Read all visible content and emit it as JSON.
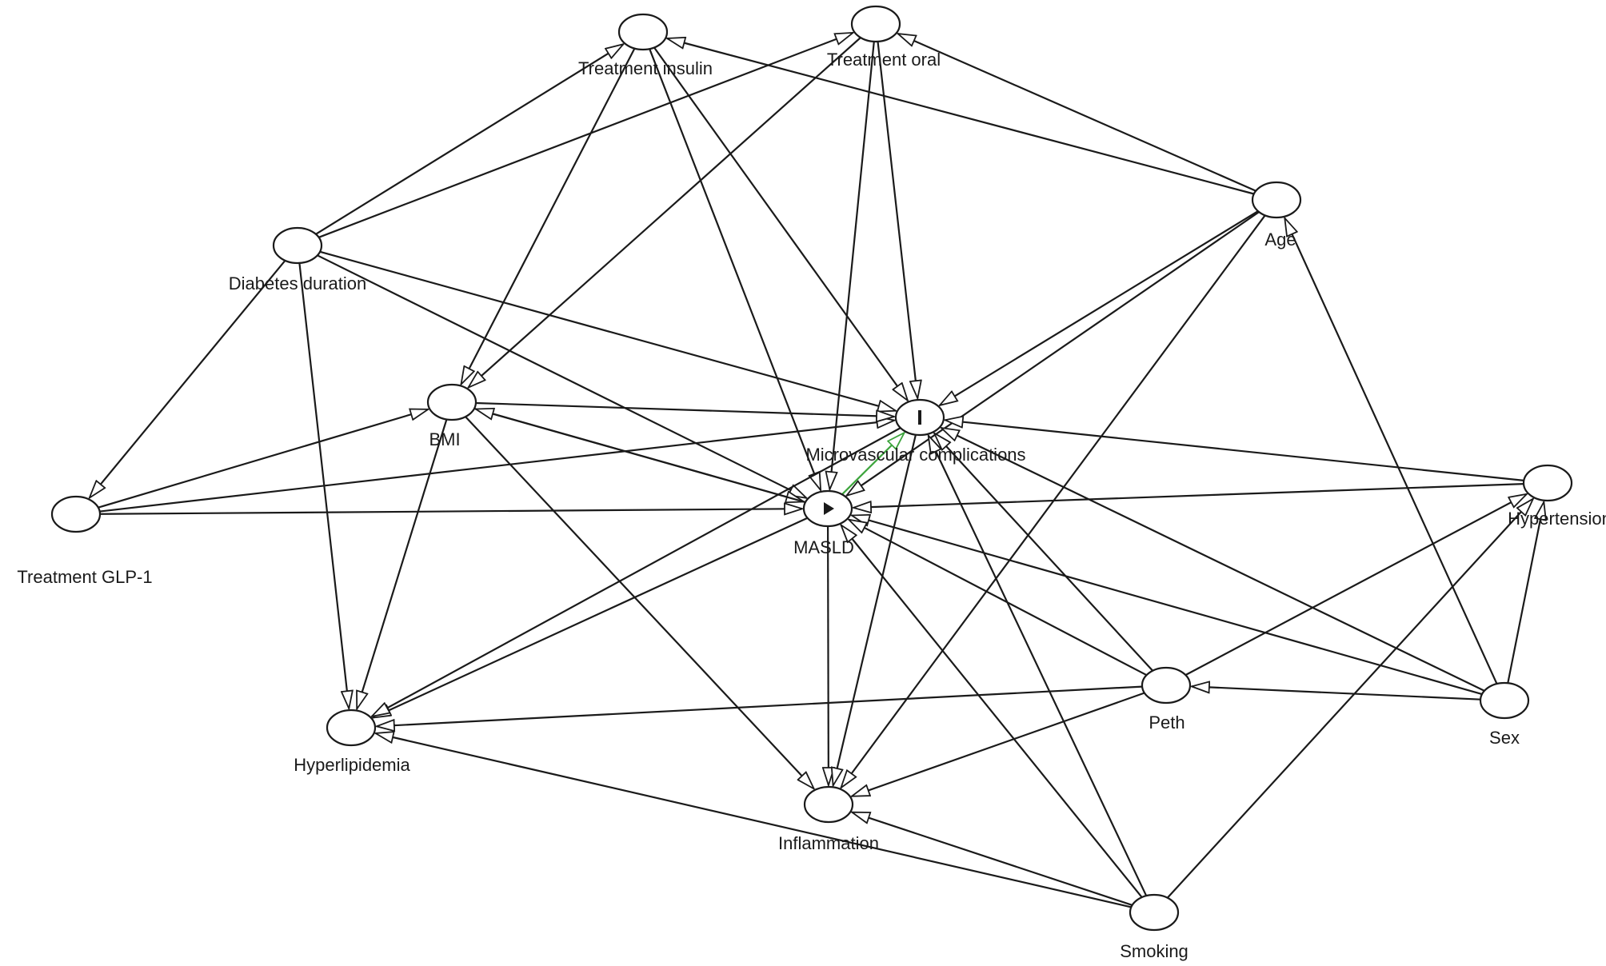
{
  "diagram": {
    "title": "Directed acyclic graph: MASLD and microvascular complications",
    "colors": {
      "exposure_fill": "#c9d94a",
      "outcome_fill": "#3fa9dc",
      "node_fill": "#ffffff",
      "edge_color": "#1a1a1a",
      "causal_path_color": "#3ca43c"
    },
    "nodes": [
      {
        "id": "treatment_insulin",
        "label": "Treatment insulin",
        "role": "adjusted"
      },
      {
        "id": "treatment_oral",
        "label": "Treatment oral",
        "role": "adjusted"
      },
      {
        "id": "age",
        "label": "Age",
        "role": "adjusted"
      },
      {
        "id": "diabetes_duration",
        "label": "Diabetes duration",
        "role": "adjusted"
      },
      {
        "id": "bmi",
        "label": "BMI",
        "role": "adjusted"
      },
      {
        "id": "microvascular",
        "label": "Microvascular complications",
        "role": "outcome",
        "marker": "I"
      },
      {
        "id": "masld",
        "label": "MASLD",
        "role": "exposure",
        "marker": "▶"
      },
      {
        "id": "treatment_glp1",
        "label": "Treatment GLP-1",
        "role": "adjusted"
      },
      {
        "id": "hypertension",
        "label": "Hypertension",
        "role": "adjusted"
      },
      {
        "id": "hyperlipidemia",
        "label": "Hyperlipidemia",
        "role": "adjusted"
      },
      {
        "id": "peth",
        "label": "Peth",
        "role": "adjusted"
      },
      {
        "id": "sex",
        "label": "Sex",
        "role": "adjusted"
      },
      {
        "id": "inflammation",
        "label": "Inflammation",
        "role": "adjusted"
      },
      {
        "id": "smoking",
        "label": "Smoking",
        "role": "adjusted"
      }
    ],
    "edges": [
      {
        "from": "diabetes_duration",
        "to": "treatment_insulin"
      },
      {
        "from": "diabetes_duration",
        "to": "treatment_oral"
      },
      {
        "from": "diabetes_duration",
        "to": "microvascular"
      },
      {
        "from": "diabetes_duration",
        "to": "masld"
      },
      {
        "from": "diabetes_duration",
        "to": "treatment_glp1"
      },
      {
        "from": "diabetes_duration",
        "to": "hyperlipidemia"
      },
      {
        "from": "age",
        "to": "treatment_insulin"
      },
      {
        "from": "age",
        "to": "treatment_oral"
      },
      {
        "from": "age",
        "to": "microvascular"
      },
      {
        "from": "age",
        "to": "masld"
      },
      {
        "from": "age",
        "to": "inflammation"
      },
      {
        "from": "sex",
        "to": "age"
      },
      {
        "from": "sex",
        "to": "hypertension"
      },
      {
        "from": "sex",
        "to": "peth"
      },
      {
        "from": "sex",
        "to": "microvascular"
      },
      {
        "from": "sex",
        "to": "masld"
      },
      {
        "from": "treatment_insulin",
        "to": "bmi"
      },
      {
        "from": "treatment_insulin",
        "to": "microvascular"
      },
      {
        "from": "treatment_insulin",
        "to": "masld"
      },
      {
        "from": "treatment_oral",
        "to": "bmi"
      },
      {
        "from": "treatment_oral",
        "to": "microvascular"
      },
      {
        "from": "treatment_oral",
        "to": "masld"
      },
      {
        "from": "treatment_glp1",
        "to": "bmi"
      },
      {
        "from": "treatment_glp1",
        "to": "microvascular"
      },
      {
        "from": "treatment_glp1",
        "to": "masld"
      },
      {
        "from": "bmi",
        "to": "microvascular"
      },
      {
        "from": "bmi",
        "to": "masld"
      },
      {
        "from": "bmi",
        "to": "hyperlipidemia"
      },
      {
        "from": "bmi",
        "to": "inflammation"
      },
      {
        "from": "masld",
        "to": "bmi"
      },
      {
        "from": "masld",
        "to": "microvascular",
        "causal": true
      },
      {
        "from": "masld",
        "to": "hyperlipidemia"
      },
      {
        "from": "masld",
        "to": "inflammation"
      },
      {
        "from": "microvascular",
        "to": "hyperlipidemia"
      },
      {
        "from": "microvascular",
        "to": "inflammation"
      },
      {
        "from": "hypertension",
        "to": "microvascular"
      },
      {
        "from": "hypertension",
        "to": "masld"
      },
      {
        "from": "peth",
        "to": "microvascular"
      },
      {
        "from": "peth",
        "to": "masld"
      },
      {
        "from": "peth",
        "to": "hyperlipidemia"
      },
      {
        "from": "peth",
        "to": "inflammation"
      },
      {
        "from": "peth",
        "to": "hypertension"
      },
      {
        "from": "smoking",
        "to": "microvascular"
      },
      {
        "from": "smoking",
        "to": "masld"
      },
      {
        "from": "smoking",
        "to": "inflammation"
      },
      {
        "from": "smoking",
        "to": "hyperlipidemia"
      },
      {
        "from": "smoking",
        "to": "hypertension"
      }
    ]
  }
}
